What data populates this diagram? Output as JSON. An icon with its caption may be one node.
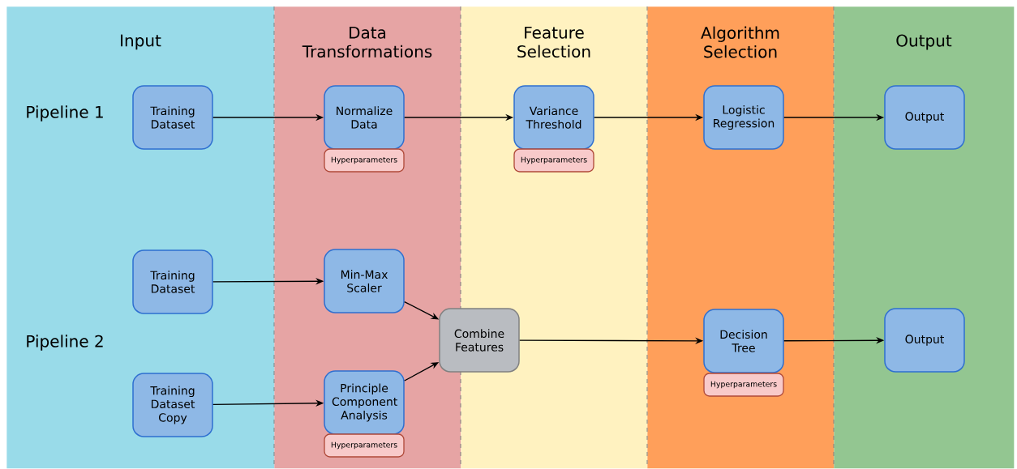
{
  "diagram": {
    "nodes": [
      {
        "text": [
          "Input"
        ]
      },
      {
        "text": [
          "Data Transformations"
        ]
      },
      {
        "text": [
          "Feature Selection"
        ]
      },
      {
        "text": [
          "Algorithm Selection"
        ]
      },
      {
        "text": [
          "Output"
        ]
      },
      {
        "text": [
          "Training Dataset"
        ],
        "in": 0
      },
      {
        "text": [
          "Normalize Data"
        ],
        "in": 1
      },
      {
        "text": [
          "Hyperparameters"
        ],
        "in": 1
      },
      {
        "text": [
          "Variance Threshold"
        ],
        "in": 2
      },
      {
        "text": [
          "Hyperparameters"
        ],
        "in": 2
      },
      {
        "text": [
          "Logistic Regression"
        ],
        "in": 3
      },
      {
        "text": [
          "Output"
        ],
        "in": 4
      },
      {
        "text": [
          "Training Dataset"
        ],
        "in": 0
      },
      {
        "text": [
          "Min-Max Scaler"
        ],
        "in": 1
      },
      {
        "text": [
          "Training Dataset Copy"
        ],
        "in": 0
      },
      {
        "text": [
          "Principle Component Analysis"
        ],
        "in": 1
      },
      {
        "text": [
          "Hyperparameters"
        ],
        "in": 1
      },
      {
        "text": [
          "Combine Features"
        ]
      },
      {
        "text": [
          "Decision Tree"
        ],
        "in": 3
      },
      {
        "text": [
          "Hyperparameters"
        ],
        "in": 3
      },
      {
        "text": [
          "Output"
        ],
        "in": 4
      }
    ],
    "edges": [
      {
        "from": 5,
        "to": 6,
        "arrow": "to"
      },
      {
        "from": 6,
        "to": 8,
        "arrow": "to"
      },
      {
        "from": 8,
        "to": 10,
        "arrow": "to"
      },
      {
        "from": 10,
        "to": 11,
        "arrow": "to"
      },
      {
        "from": 12,
        "to": 13,
        "arrow": "to"
      },
      {
        "from": 14,
        "to": 15,
        "arrow": "to"
      },
      {
        "from": 13,
        "to": 17,
        "arrow": "to"
      },
      {
        "from": 15,
        "to": 17,
        "arrow": "to"
      },
      {
        "from": 17,
        "to": 18,
        "arrow": "to"
      },
      {
        "from": 18,
        "to": 20,
        "arrow": "to"
      }
    ],
    "labels": [
      "Pipeline 1",
      "Pipeline 2"
    ]
  }
}
